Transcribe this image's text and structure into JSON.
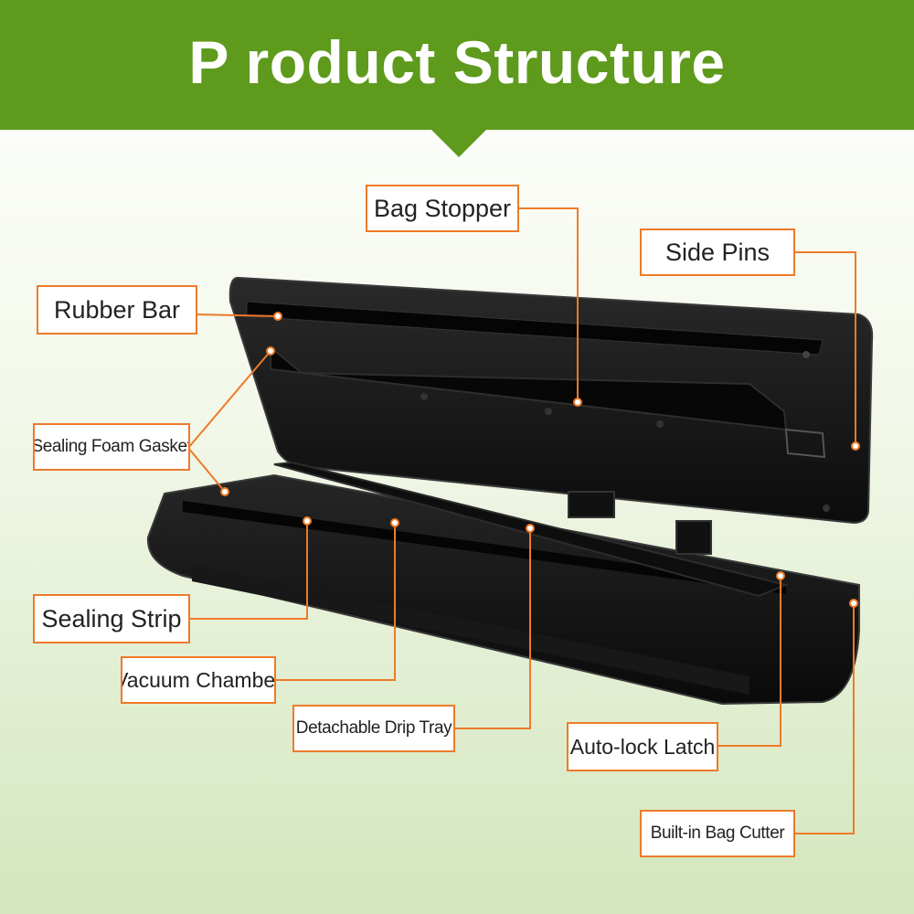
{
  "title": "P roduct Structure",
  "colors": {
    "banner_green": "#5e9a1c",
    "callout_orange": "#ee7a2a",
    "device_body": "#141414"
  },
  "callouts": {
    "bag_stopper": "Bag Stopper",
    "side_pins": "Side Pins",
    "rubber_bar": "Rubber Bar",
    "sealing_foam_gasket": "Sealing Foam Gasket",
    "sealing_strip": "Sealing Strip",
    "vacuum_chamber": "Vacuum Chamber",
    "detachable_drip_tray": "Detachable Drip Tray",
    "auto_lock_latch": "Auto-lock Latch",
    "built_in_bag_cutter": "Built-in Bag Cutter"
  }
}
